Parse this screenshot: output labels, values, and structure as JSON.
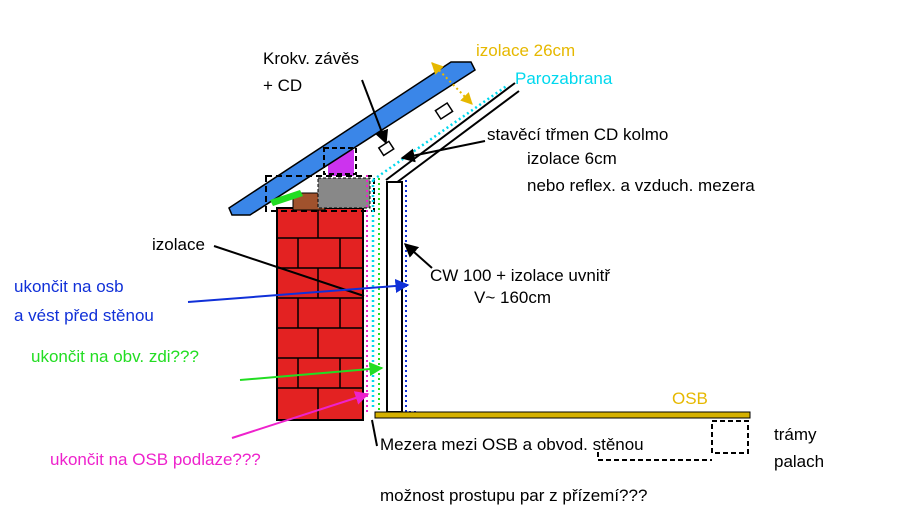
{
  "labels": {
    "krokv_line1": "Krokv. závěs",
    "krokv_line2": "+ CD",
    "izolace_26": "izolace 26cm",
    "parozabrana": "Parozabrana",
    "stavecí_line": "stavěcí třmen CD kolmo",
    "izolace_6": "izolace 6cm",
    "nebo_reflex": "nebo reflex. a vzduch. mezera",
    "izolace": "izolace",
    "cw100": "CW 100 + izolace uvnitř",
    "v160": "V~ 160cm",
    "ukoncit_osb_1": "ukončit na osb",
    "ukoncit_osb_2": "a vést před stěnou",
    "ukoncit_obv": "ukončit na obv. zdi???",
    "ukoncit_podlaze": "ukončit na OSB podlaze???",
    "osb": "OSB",
    "mezera": "Mezera mezi OSB a obvod. stěnou",
    "moznost": "možnost prostupu par z přízemí???",
    "tramy": "trámy",
    "palach": "palach"
  },
  "colors": {
    "roof_blue": "#3a86e8",
    "brick_red": "#e32222",
    "beam_yellow": "#d4b000",
    "label_yellow": "#e6b800",
    "label_cyan": "#00d8ee",
    "arrow_blue": "#1030d8",
    "arrow_green": "#22dd22",
    "arrow_magenta": "#ee22cc",
    "purple": "#cc33ee",
    "gray": "#888888"
  }
}
